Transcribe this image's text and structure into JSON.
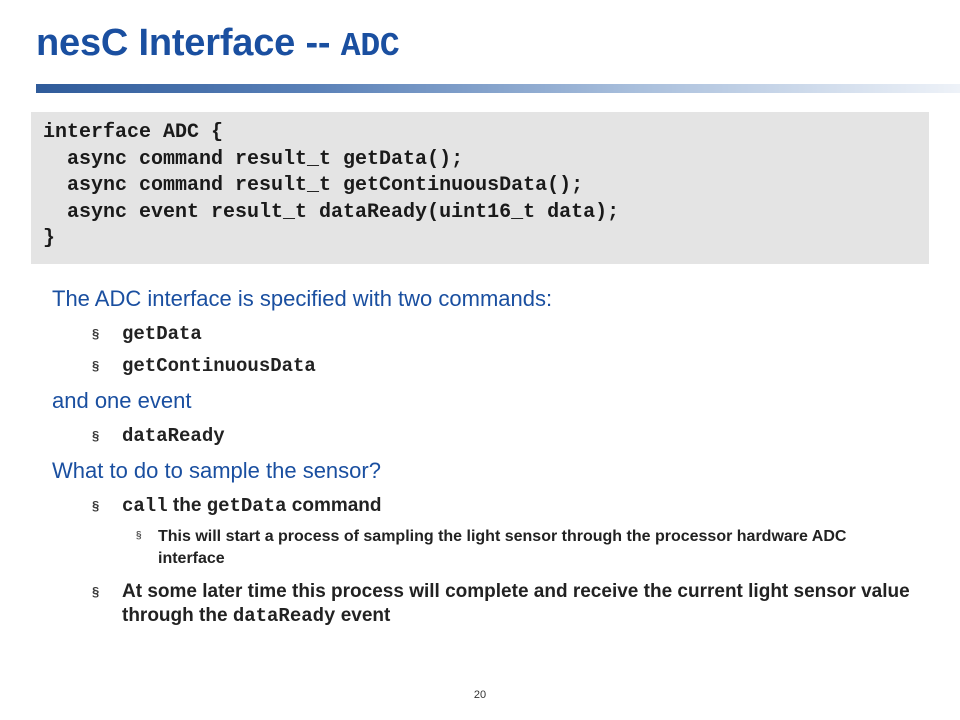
{
  "slide": {
    "title_text": "nesC Interface -- ",
    "title_code": "ADC",
    "code_block": "interface ADC {\n  async command result_t getData();\n  async command result_t getContinuousData();\n  async event result_t dataReady(uint16_t data);\n}",
    "bullets": {
      "commands_intro": "The ADC interface is specified with two commands:",
      "cmd1": "getData",
      "cmd2": "getContinuousData",
      "event_intro": "and one event",
      "evt1": "dataReady",
      "sample_q": "What to do to sample the sensor?",
      "call_kw": "call",
      "call_the": " the ",
      "call_fn": "getData",
      "call_cmd": " command",
      "sub_start": "This will start a process of sampling the light sensor through the processor hardware ADC interface",
      "later_a": "At some later time this process will complete and receive the current light sensor value through the ",
      "later_evt": "dataReady",
      "later_b": " event"
    },
    "bullet_glyph": "§",
    "page_number": "20"
  }
}
